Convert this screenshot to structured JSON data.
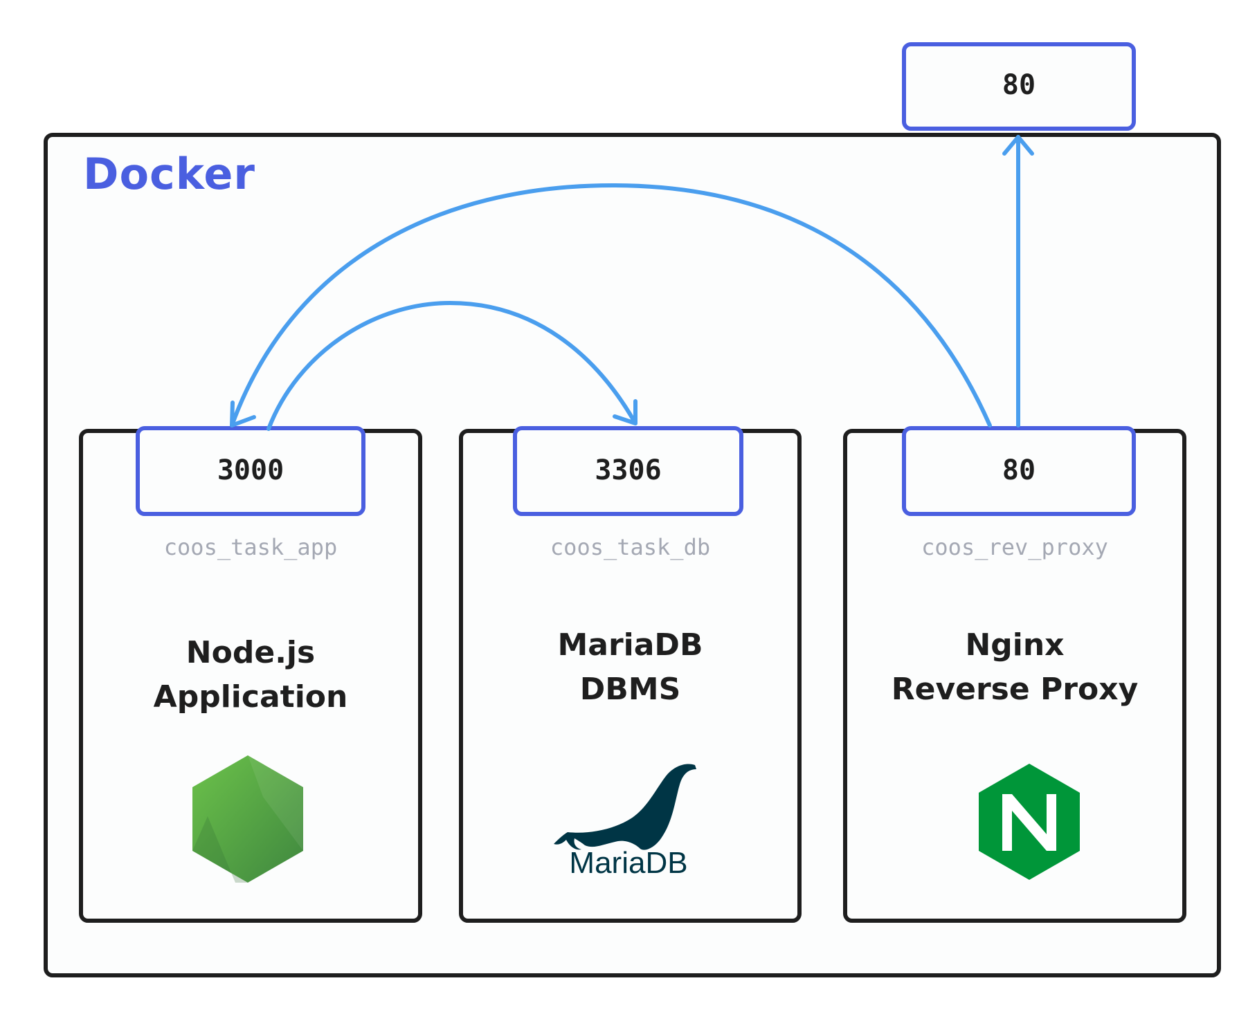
{
  "docker": {
    "title": "Docker"
  },
  "host_port": {
    "label": "80"
  },
  "containers": [
    {
      "port": "3000",
      "service": "coos_task_app",
      "title_line1": "Node.js",
      "title_line2": "Application",
      "logo": "nodejs-logo"
    },
    {
      "port": "3306",
      "service": "coos_task_db",
      "title_line1": "MariaDB",
      "title_line2": "DBMS",
      "logo": "mariadb-logo",
      "logo_text": "MariaDB"
    },
    {
      "port": "80",
      "service": "coos_rev_proxy",
      "title_line1": "Nginx",
      "title_line2": "Reverse Proxy",
      "logo": "nginx-logo"
    }
  ],
  "colors": {
    "frame": "#1e1e1e",
    "port_border": "#4a5fe0",
    "arrow": "#4a9eee",
    "docker_title": "#4a5fe0",
    "service_label": "#a4a8b3",
    "nodejs_green": "#5fa04e",
    "mariadb_navy": "#003545",
    "nginx_green": "#009639"
  }
}
